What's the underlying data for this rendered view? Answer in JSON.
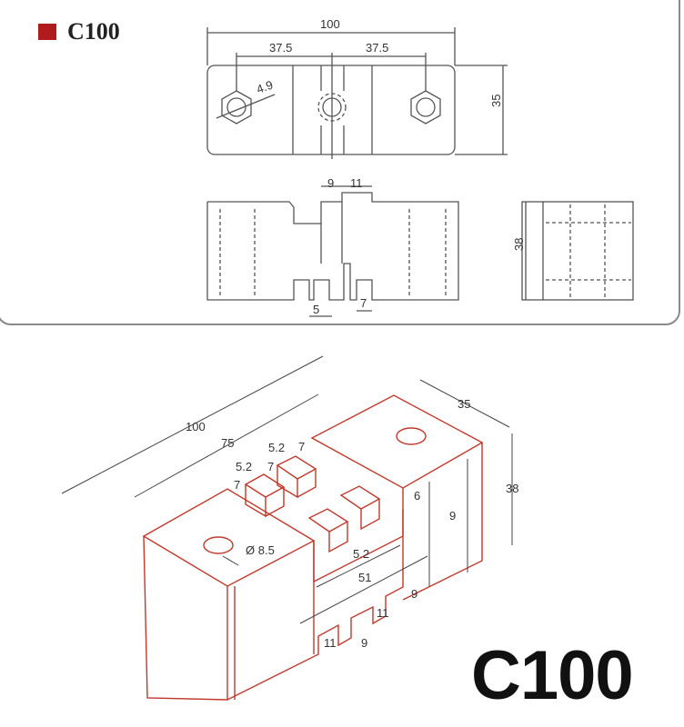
{
  "title": "C100",
  "model_label": "C100",
  "colors": {
    "accent": "#b01c1c",
    "line": "#555555"
  },
  "top_view": {
    "overall": "100",
    "left_spacing": "37.5",
    "right_spacing": "37.5",
    "hole": "4.9",
    "depth": "35"
  },
  "front_view": {
    "slot_top_left": "9",
    "slot_top_right": "11",
    "slot_bottom_left": "5",
    "slot_bottom_right": "7"
  },
  "side_view": {
    "height": "38"
  },
  "iso_view": {
    "length": "100",
    "hole_spacing": "75",
    "depth": "35",
    "height": "38",
    "tooth_a_w": "5.2",
    "tooth_a_d": "7",
    "tooth_b_w": "5.2",
    "tooth_b_d": "7",
    "tooth_h": "7",
    "hole_dia": "Ø 8.5",
    "inner_h": "9",
    "top_step": "6",
    "inner_w": "5.2",
    "channel": "51",
    "bottom_step": "9",
    "notch_right": "11",
    "notch_left": "11",
    "notch_gap": "9"
  }
}
